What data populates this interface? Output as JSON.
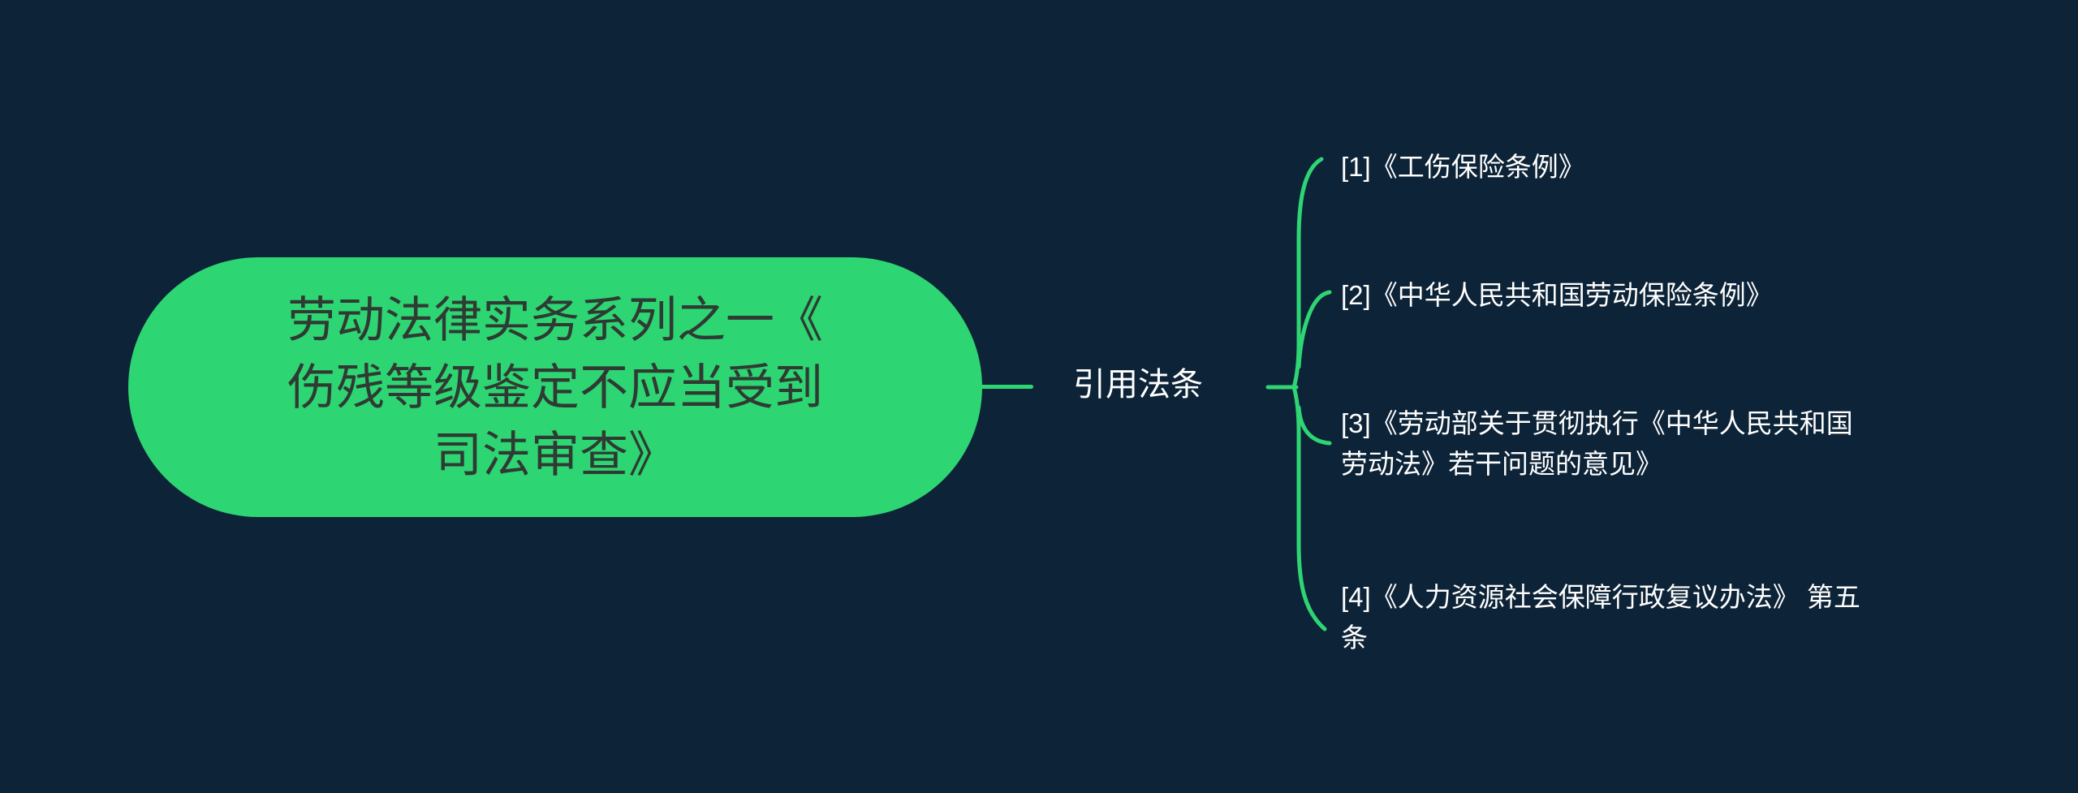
{
  "colors": {
    "background": "#0d2337",
    "accent_green": "#2ed573",
    "root_text": "#2f3a33",
    "item_text": "#ffffff"
  },
  "root_node": {
    "lines": [
      "劳动法律实务系列之一《",
      "伤残等级鉴定不应当受到",
      "司法审查》"
    ]
  },
  "branch": {
    "label": "引用法条"
  },
  "items": [
    {
      "lines": [
        "[1]《工伤保险条例》"
      ]
    },
    {
      "lines": [
        "[2]《中华人民共和国劳动保险条例》"
      ]
    },
    {
      "lines": [
        "[3]《劳动部关于贯彻执行《中华人民共和国",
        "劳动法》若干问题的意见》"
      ]
    },
    {
      "lines": [
        "[4]《人力资源社会保障行政复议办法》 第五",
        "条"
      ]
    }
  ]
}
